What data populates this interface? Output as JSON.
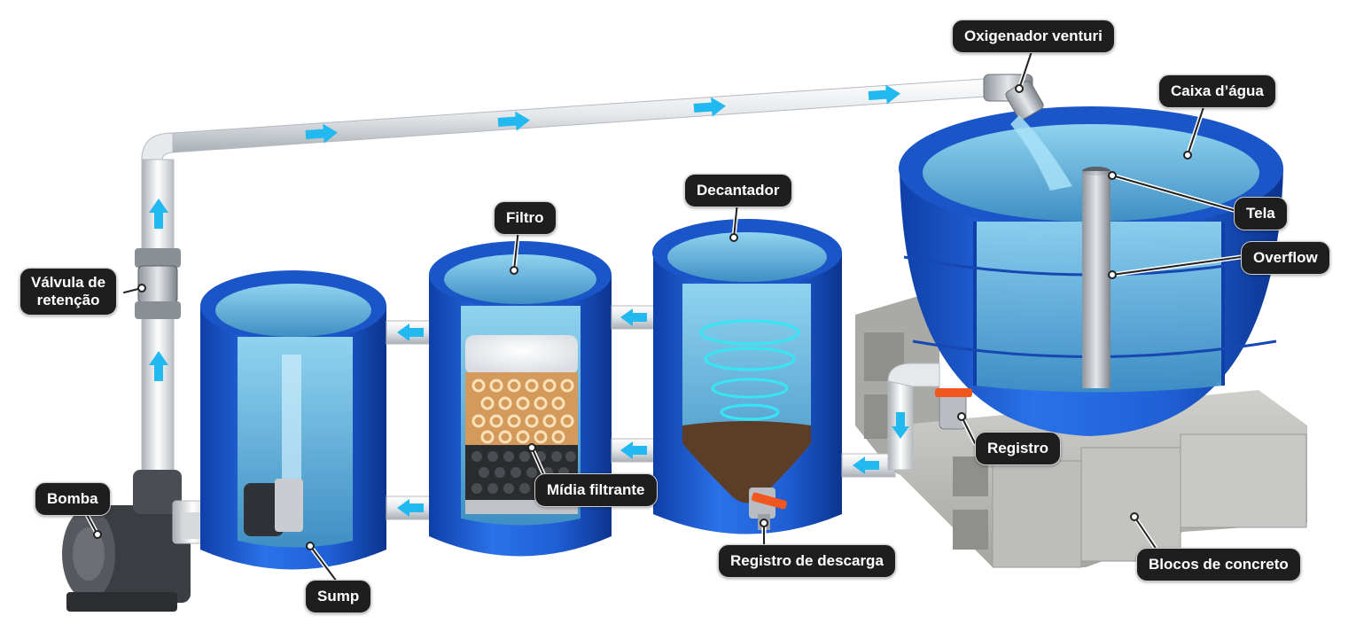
{
  "labels": {
    "oxigenador": "Oxigenador venturi",
    "caixa": "Caixa d’água",
    "tela": "Tela",
    "overflow": "Overflow",
    "decantador": "Decantador",
    "filtro": "Filtro",
    "valvula_line1": "Válvula de",
    "valvula_line2": "retenção",
    "midia": "Mídia filtrante",
    "registro": "Registro",
    "bomba": "Bomba",
    "registro_descarga": "Registro de descarga",
    "sump": "Sump",
    "blocos": "Blocos de concreto"
  },
  "colors": {
    "tank_blue": "#1f5fd6",
    "tank_dark": "#0f3fa8",
    "water": "#5fb3d9",
    "pipe": "#e9ecef",
    "flow_arrow": "#22b8f0",
    "label_bg": "#1e1e1e",
    "valve_orange": "#f0561e",
    "concrete": "#b9b9b6"
  },
  "icons": [
    "flow-arrow-icon",
    "pump-icon",
    "check-valve-icon",
    "venturi-icon",
    "ball-valve-icon"
  ]
}
